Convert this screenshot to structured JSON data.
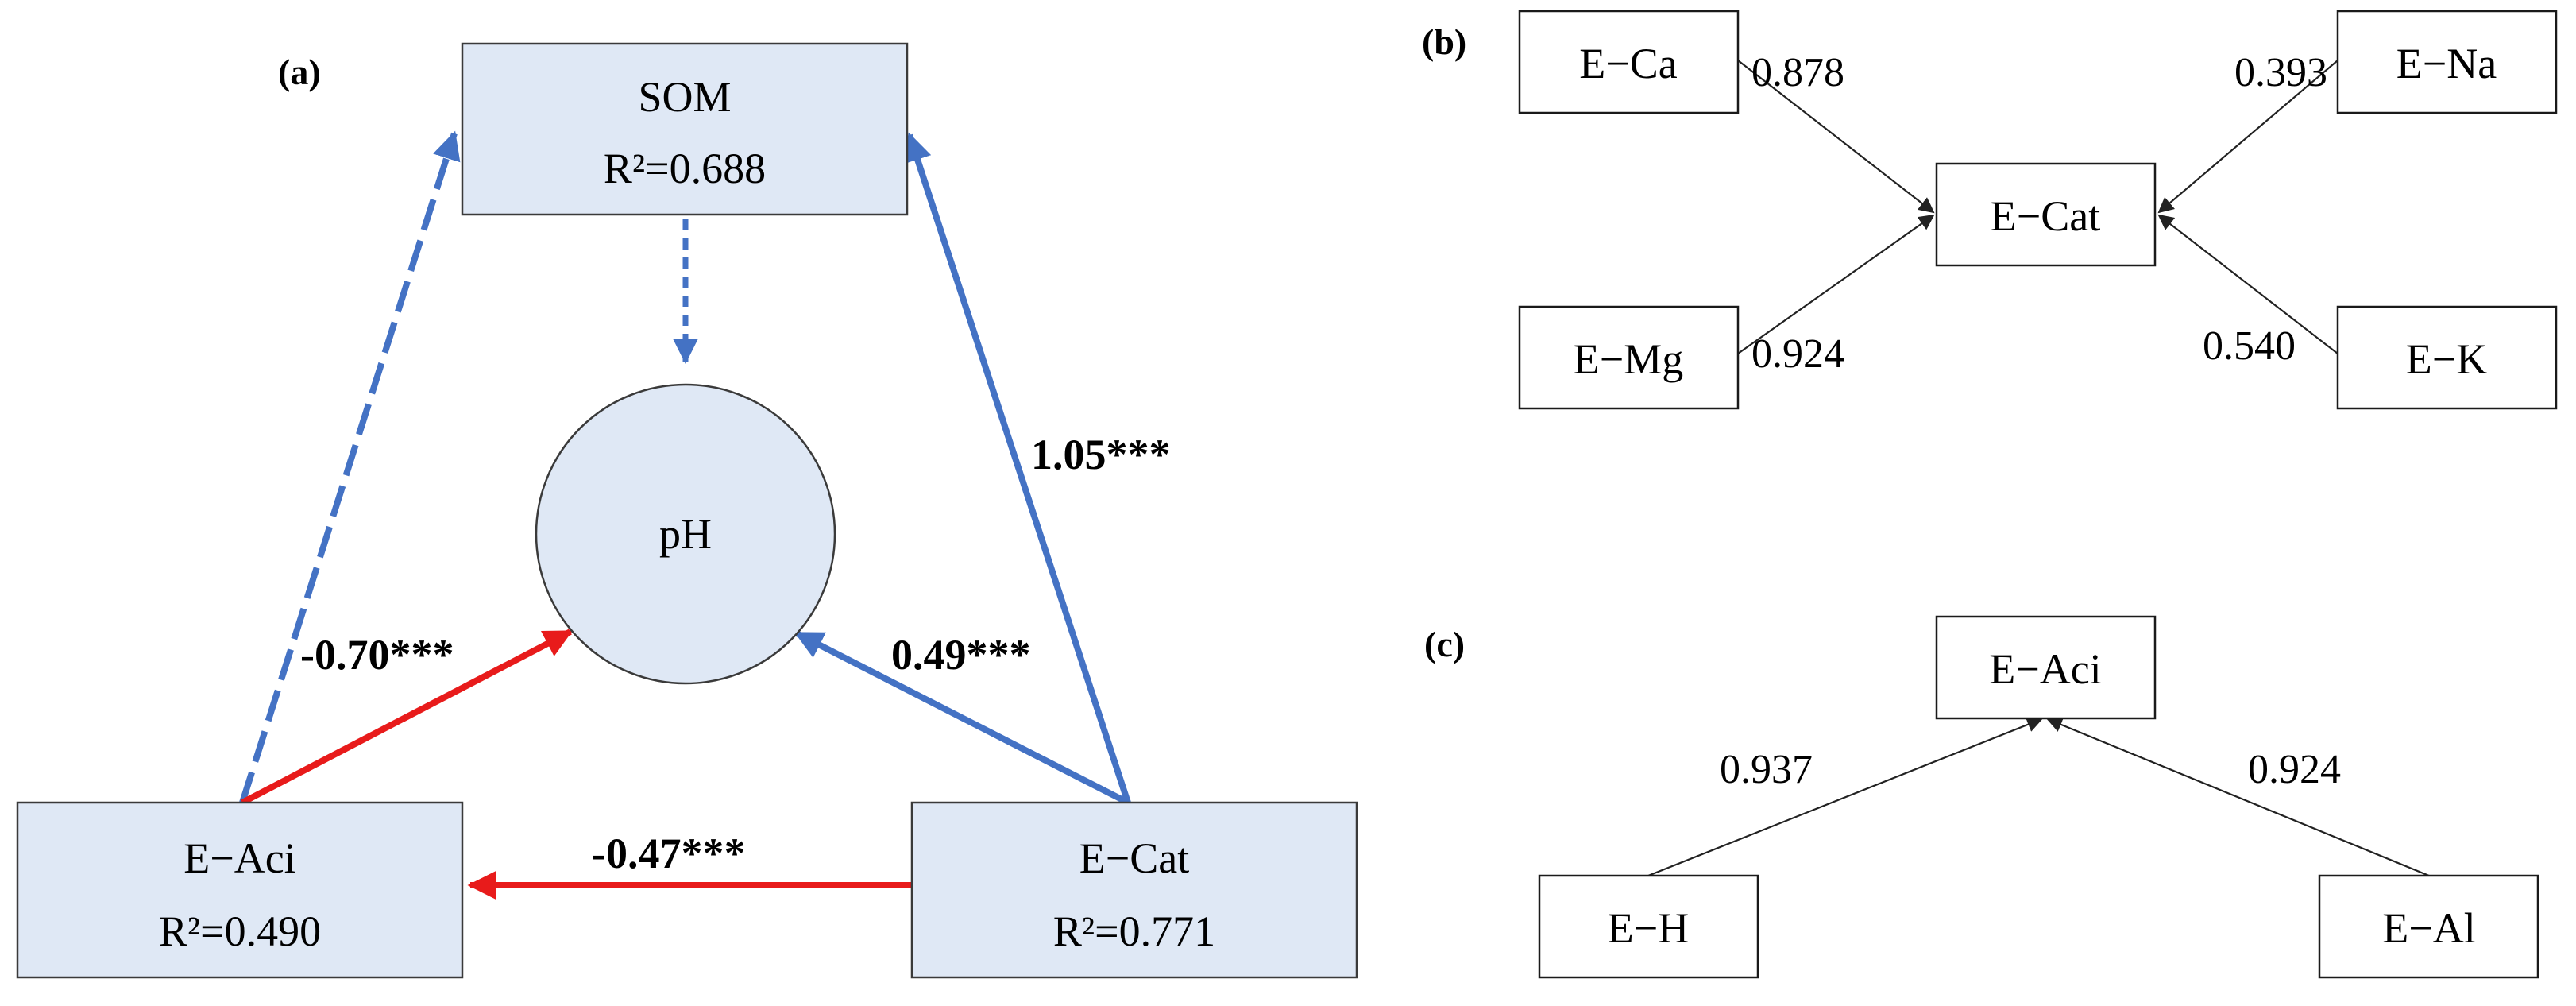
{
  "colors": {
    "positive": "#4472c4",
    "negative": "#e81b1b",
    "node_fill": "#dfe8f5",
    "thin_line": "#222222"
  },
  "panel_a": {
    "label": "(a)",
    "nodes": {
      "som": {
        "name": "SOM",
        "r2": "R²=0.688"
      },
      "ph": {
        "name": "pH"
      },
      "eaci": {
        "name": "E−Aci",
        "r2": "R²=0.490"
      },
      "ecat": {
        "name": "E−Cat",
        "r2": "R²=0.771"
      }
    },
    "paths": {
      "ecat_som": {
        "coef": "1.05***",
        "sign": "positive",
        "style": "solid"
      },
      "ecat_ph": {
        "coef": "0.49***",
        "sign": "positive",
        "style": "solid"
      },
      "eaci_ph": {
        "coef": "-0.70***",
        "sign": "negative",
        "style": "solid"
      },
      "ecat_eaci": {
        "coef": "-0.47***",
        "sign": "negative",
        "style": "solid"
      },
      "eaci_som": {
        "coef": "",
        "sign": "positive",
        "style": "dashed"
      },
      "som_ph": {
        "coef": "",
        "sign": "positive",
        "style": "dotted"
      }
    }
  },
  "panel_b": {
    "label": "(b)",
    "center": "E−Cat",
    "indicators": [
      {
        "name": "E−Ca",
        "loading": "0.878"
      },
      {
        "name": "E−Mg",
        "loading": "0.924"
      },
      {
        "name": "E−Na",
        "loading": "0.393"
      },
      {
        "name": "E−K",
        "loading": "0.540"
      }
    ]
  },
  "panel_c": {
    "label": "(c)",
    "center": "E−Aci",
    "indicators": [
      {
        "name": "E−H",
        "loading": "0.937"
      },
      {
        "name": "E−Al",
        "loading": "0.924"
      }
    ]
  }
}
